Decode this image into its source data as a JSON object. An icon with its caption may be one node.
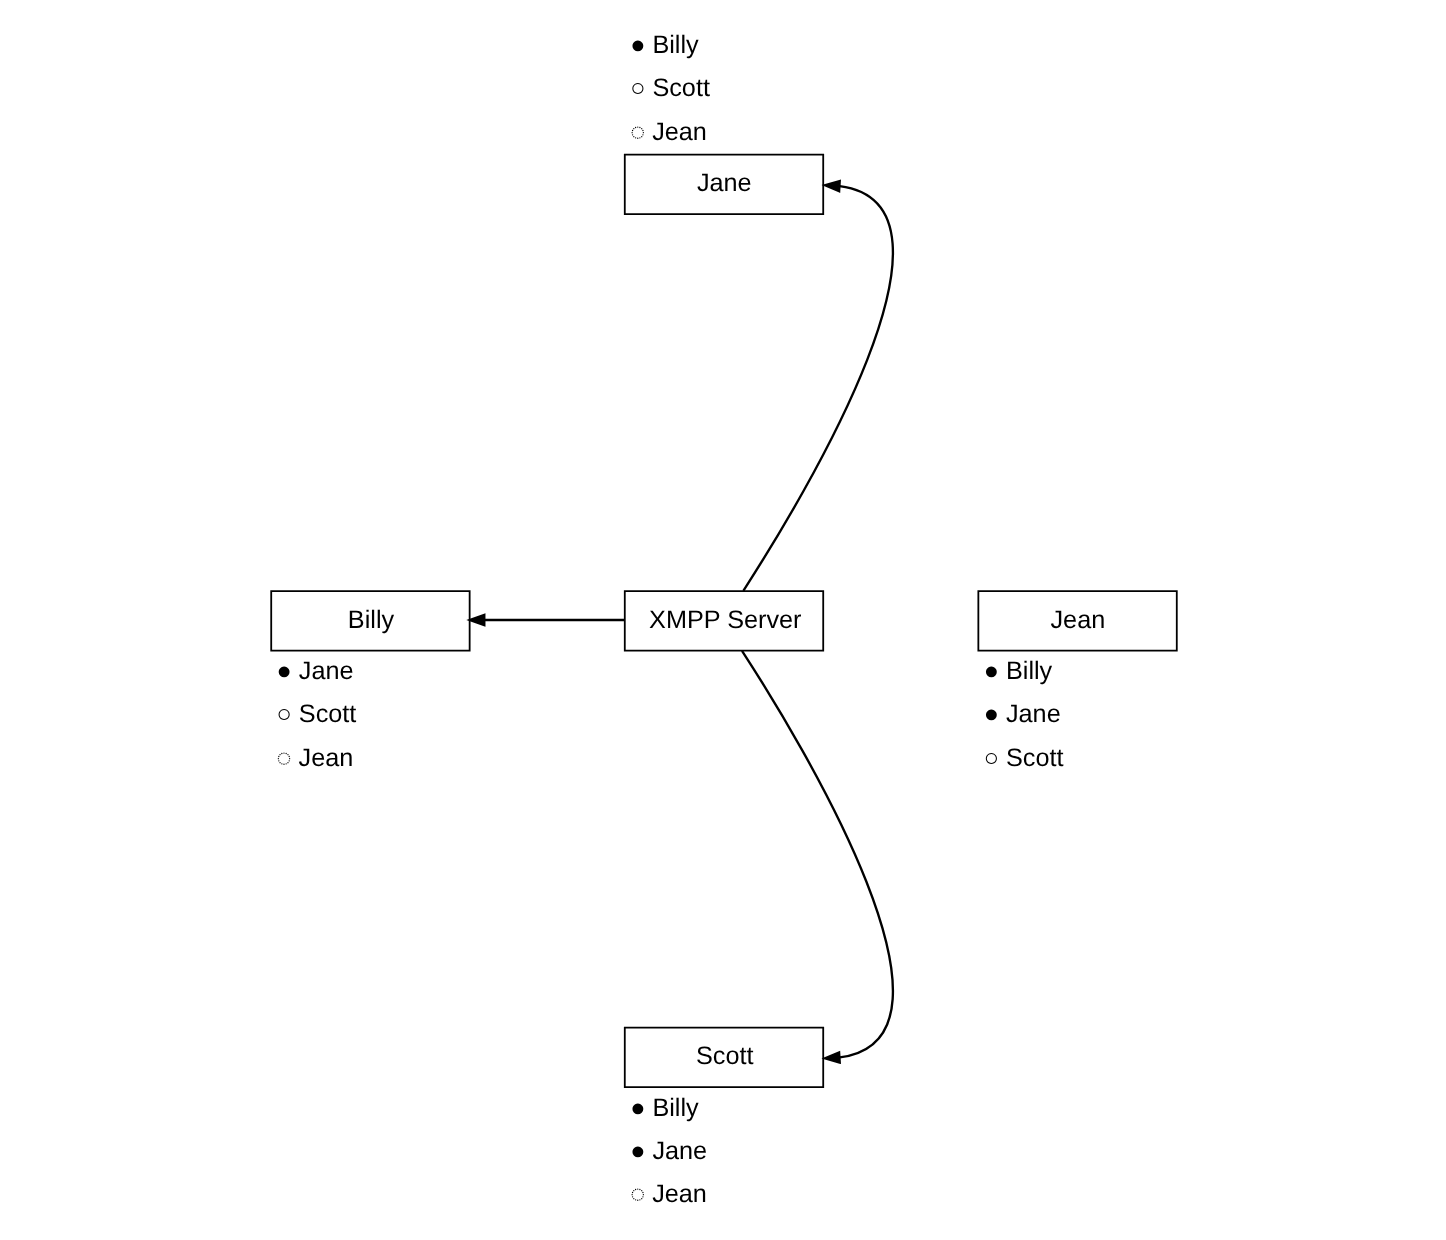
{
  "diagram": {
    "nodes": [
      {
        "text": [
          "Jane"
        ],
        "beside": [
          "● Billy",
          "○ Scott",
          "◌ Jean"
        ]
      },
      {
        "text": [
          "Billy"
        ],
        "beside": [
          "● Jane",
          "○ Scott",
          "◌ Jean"
        ]
      },
      {
        "text": [
          "XMPP Server"
        ]
      },
      {
        "text": [
          "Jean"
        ],
        "beside": [
          "● Billy",
          "● Jane",
          "○ Scott"
        ]
      },
      {
        "text": [
          "Scott"
        ],
        "beside": [
          "● Billy",
          "● Jane",
          "◌ Jean"
        ]
      }
    ],
    "edges": [
      {
        "from": 2,
        "to": 0,
        "arrow": "to"
      },
      {
        "from": 2,
        "to": 1,
        "arrow": "to"
      },
      {
        "from": 2,
        "to": 4,
        "arrow": "to"
      }
    ]
  }
}
